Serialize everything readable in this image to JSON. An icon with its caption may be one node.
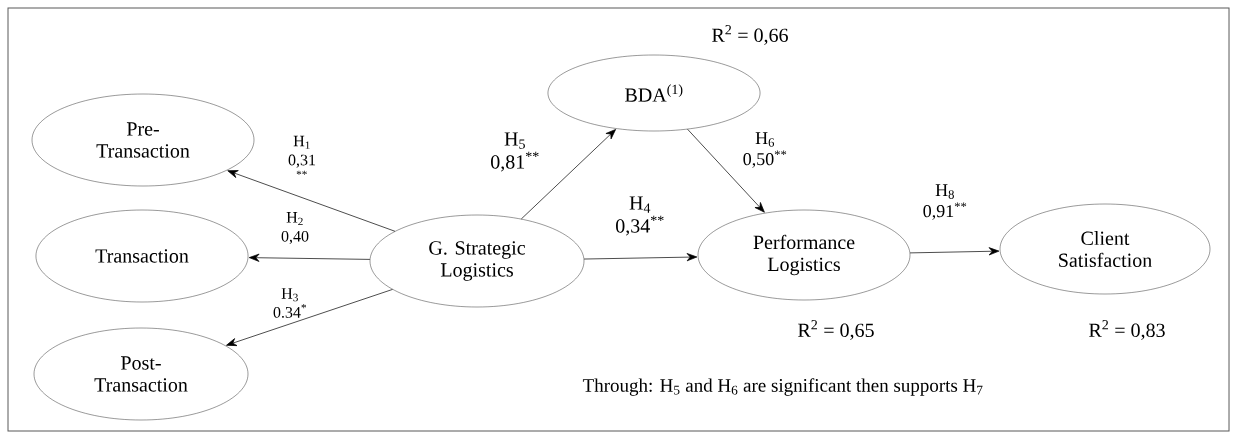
{
  "diagram": {
    "nodes": [
      {
        "text": [
          "Pre- Transaction"
        ]
      },
      {
        "text": [
          "Transaction"
        ]
      },
      {
        "text": [
          "Post- Transaction"
        ]
      },
      {
        "text": [
          "G. Strategic Logistics"
        ]
      },
      {
        "text": [
          "BDA$^{(1)}$"
        ],
        "beside": [
          "R$^{2}$ = 0,66"
        ]
      },
      {
        "text": [
          "Performance Logistics"
        ],
        "beside": [
          "R$^{2}$ = 0,65"
        ]
      },
      {
        "text": [
          "Client Satisfaction"
        ],
        "beside": [
          "R$^{2}$ = 0,83"
        ]
      }
    ],
    "edges": [
      {
        "from": 3,
        "to": 0,
        "arrow": "to",
        "label": "H$_{1}$ 0,31 $^{**}$"
      },
      {
        "from": 3,
        "to": 1,
        "arrow": "to",
        "label": "H$_{2}$ 0,40"
      },
      {
        "from": 3,
        "to": 2,
        "arrow": "to",
        "label": "H$_{3}$ 0.34$^{*}$"
      },
      {
        "from": 3,
        "to": 4,
        "arrow": "to",
        "label": "H$_{5}$ 0,81$^{**}$"
      },
      {
        "from": 4,
        "to": 5,
        "arrow": "to",
        "label": "H$_{6}$ 0,50$^{**}$"
      },
      {
        "from": 3,
        "to": 5,
        "arrow": "to",
        "label": "H$_{4}$ 0,34$^{**}$"
      },
      {
        "from": 5,
        "to": 6,
        "arrow": "to",
        "label": "H$_{8}$ 0,91$^{**}$"
      }
    ],
    "labels": [
      "Through: H$_{5}$ and H$_{6}$ are significant then supports H$_{7}$"
    ]
  }
}
